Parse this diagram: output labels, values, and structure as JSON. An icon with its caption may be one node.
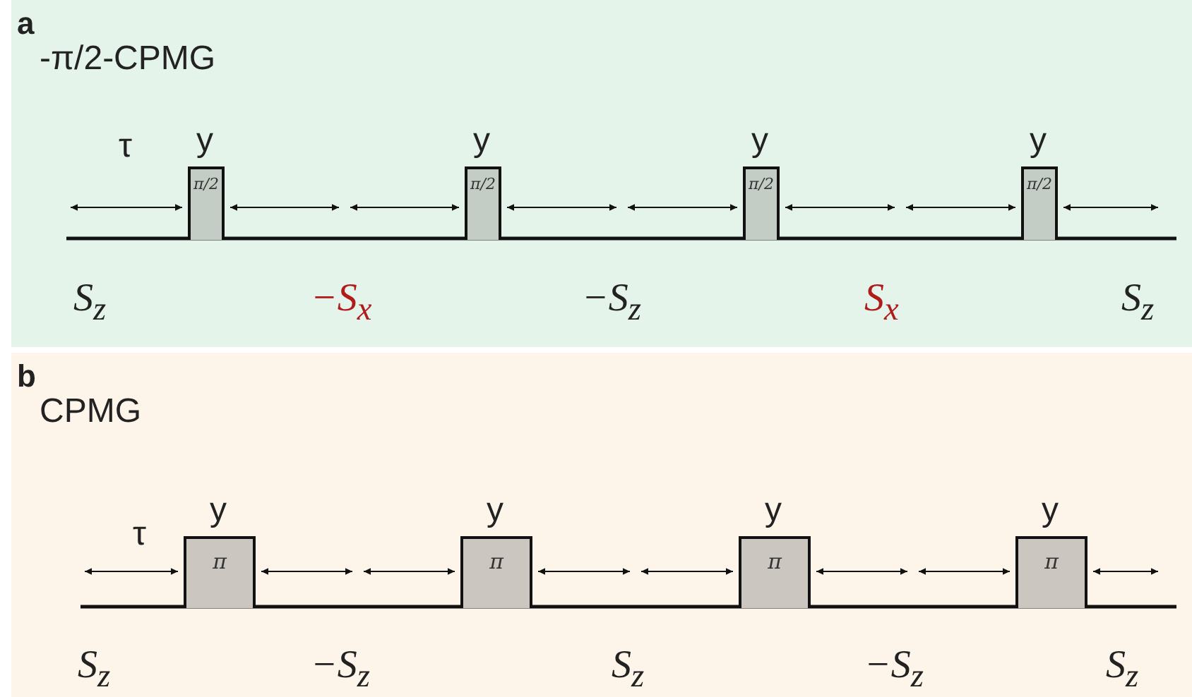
{
  "diagram": {
    "nodes": [
      {
        "text": [
          "a",
          "-π/2-CPMG"
        ]
      },
      {
        "text": [
          "π/2"
        ],
        "in": 0,
        "beside": [
          "y"
        ]
      },
      {
        "text": [
          "π/2"
        ],
        "in": 0,
        "beside": [
          "y"
        ]
      },
      {
        "text": [
          "π/2"
        ],
        "in": 0,
        "beside": [
          "y"
        ]
      },
      {
        "text": [
          "π/2"
        ],
        "in": 0,
        "beside": [
          "y"
        ]
      },
      {
        "text": [
          "b",
          "CPMG"
        ]
      },
      {
        "text": [
          "π"
        ],
        "in": 5,
        "beside": [
          "y"
        ]
      },
      {
        "text": [
          "π"
        ],
        "in": 5,
        "beside": [
          "y"
        ]
      },
      {
        "text": [
          "π"
        ],
        "in": 5,
        "beside": [
          "y"
        ]
      },
      {
        "text": [
          "π"
        ],
        "in": 5,
        "beside": [
          "y"
        ]
      }
    ],
    "edges": [],
    "labels": [
      "τ",
      "S$_{z}$",
      "−S$_{x}$",
      "−S$_{z}$",
      "S$_{x}$",
      "S$_{z}$",
      "τ",
      "S$_{z}$",
      "−S$_{z}$",
      "S$_{z}$",
      "−S$_{z}$",
      "S$_{z}$"
    ]
  }
}
